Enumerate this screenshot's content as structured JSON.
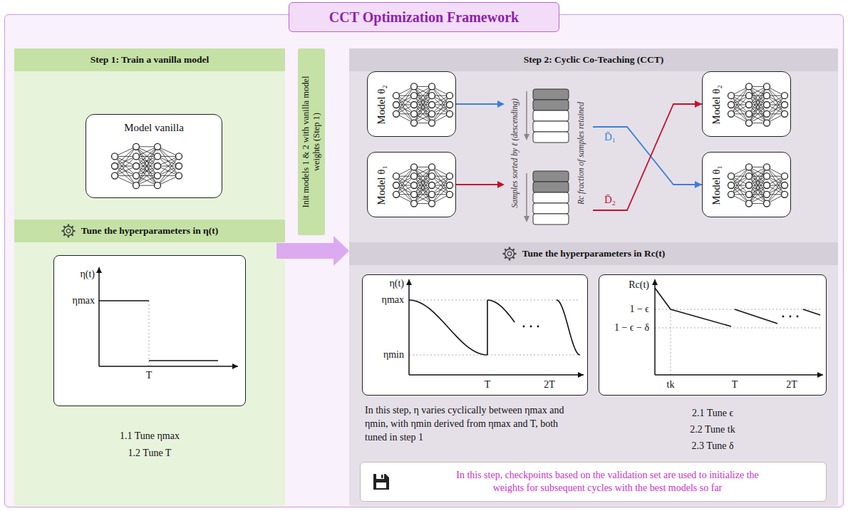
{
  "diagram": {
    "title": "CCT Optimization Framework",
    "nodes": [
      {
        "text": [
          "Step 1: Train a vanilla model"
        ]
      },
      {
        "text": [
          "Model vanilla"
        ],
        "in": 0
      },
      {
        "text": [
          "Tune the hyperparameters in η(t)"
        ],
        "in": 0
      },
      {
        "text": [
          "η(t)",
          "ηmax",
          "T"
        ],
        "in": 0
      },
      {
        "text": [
          "Init models 1 & 2 with vanilla model weights (Step 1)"
        ]
      },
      {
        "text": [
          "Step 2: Cyclic Co-Teaching (CCT)"
        ]
      },
      {
        "text": [
          "Model θ₂"
        ],
        "in": 5
      },
      {
        "text": [
          "Model θ₁"
        ],
        "in": 5
      },
      {
        "text": [
          "Model θ₂"
        ],
        "in": 5
      },
      {
        "text": [
          "Model θ₁"
        ],
        "in": 5
      },
      {
        "text": [
          "Tune the hyperparameters in Rc(t)"
        ],
        "in": 5
      },
      {
        "text": [
          "η(t)",
          "ηmax",
          "ηmin",
          "T",
          "2T"
        ],
        "in": 5
      },
      {
        "text": [
          "Rc(t)",
          "1 − ϵ",
          "1 − ϵ − δ",
          "tk",
          "T",
          "2T"
        ],
        "in": 5
      },
      {
        "text": [
          "In this step, checkpoints based on the validation set are used to initialize the weights for subsequent cycles with the best models so far"
        ],
        "in": 5
      }
    ],
    "edges": [
      {
        "from": 0,
        "to": 5,
        "arrow": "to"
      },
      {
        "from": 6,
        "to": 9,
        "label": "D̄₁",
        "arrow": "to"
      },
      {
        "from": 7,
        "to": 8,
        "label": "D̄₂",
        "arrow": "to"
      }
    ],
    "labels": [
      "1.1 Tune ηmax",
      "1.2 Tune T",
      "Samples sorted by ℓ (descending)",
      "Rc fraction of samples retained",
      "In this step, η varies cyclically between ηmax and ηmin, with ηmin derived from ηmax and T, both tuned in step 1",
      "2.1 Tune ϵ",
      "2.2 Tune tk",
      "2.3 Tune δ"
    ]
  }
}
